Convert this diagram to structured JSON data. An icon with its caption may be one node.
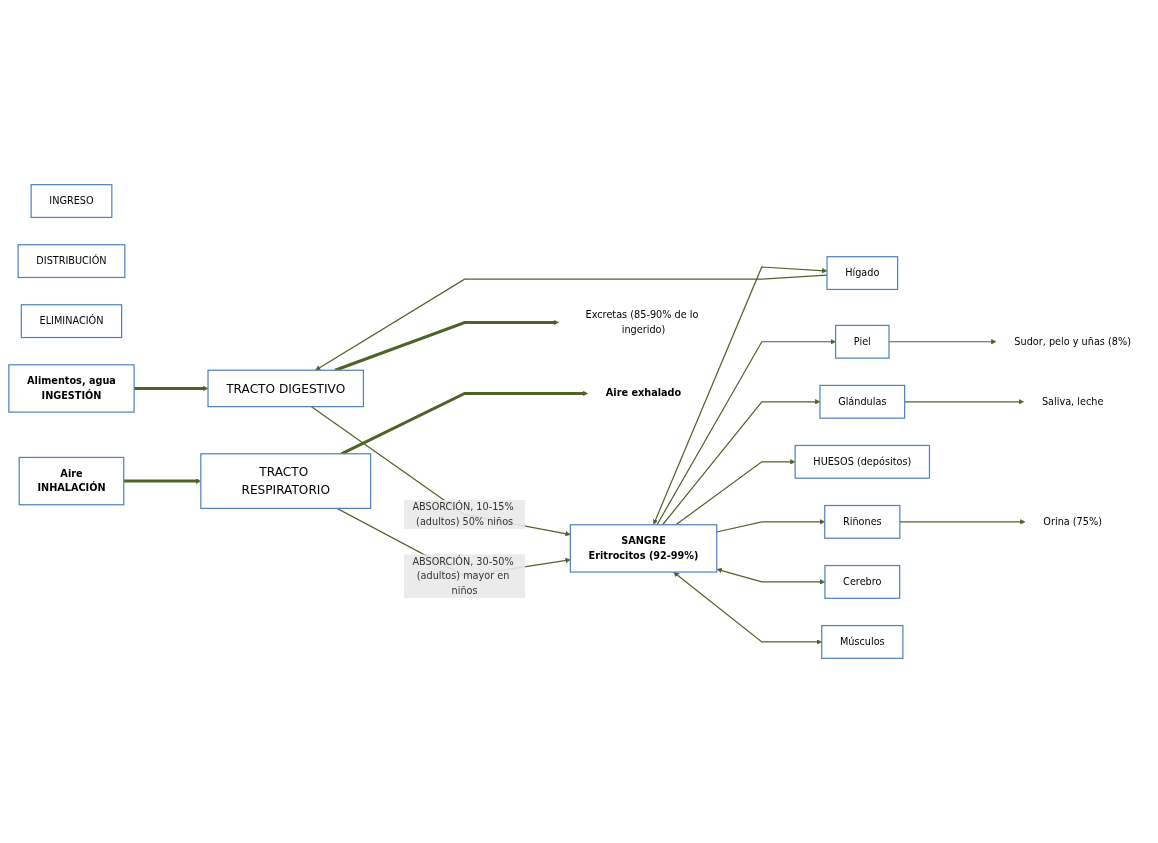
{
  "diagram": {
    "nodes": [
      {
        "text": [
          "INGRESO"
        ]
      },
      {
        "text": [
          "DISTRIBUCIÓN"
        ]
      },
      {
        "text": [
          "ELIMINACIÓN"
        ]
      },
      {
        "text": [
          "Alimentos, agua",
          "INGESTIÓN"
        ]
      },
      {
        "text": [
          "TRACTO DIGESTIVO"
        ]
      },
      {
        "text": [
          "Hígado"
        ]
      },
      {
        "text": [
          "Piel"
        ]
      },
      {
        "text": [
          "Glándulas"
        ]
      },
      {
        "text": [
          "SANGRE",
          "Eritrocitos (92-99%)"
        ]
      },
      {
        "text": [
          "HUESOS (depósitos)"
        ]
      },
      {
        "text": [
          "Riñones"
        ]
      },
      {
        "text": [
          "Cerebro"
        ]
      },
      {
        "text": [
          "Músculos"
        ]
      },
      {
        "text": [
          "Aire",
          "INHALACIÓN"
        ]
      },
      {
        "text": [
          "TRACTO RESPIRATORIO"
        ]
      },
      {
        "text": [
          "Excretas (85-90% de lo ingerido)"
        ]
      },
      {
        "text": [
          "Sudor, pelo y uñas (8%)"
        ]
      },
      {
        "text": [
          "Saliva, leche"
        ]
      },
      {
        "text": [
          "Orina (75%)"
        ]
      },
      {
        "text": [
          "Aire exhalado"
        ]
      }
    ],
    "edges": [
      {
        "from": 3,
        "to": 4,
        "arrow": "to",
        "style": "thick"
      },
      {
        "from": 4,
        "to": 8,
        "arrow": "to",
        "label": "ABSORCIÓN, 10-15% (adultos) 50% niños"
      },
      {
        "from": 8,
        "to": 5,
        "arrow": "both"
      },
      {
        "from": 8,
        "to": 6,
        "arrow": "to"
      },
      {
        "from": 8,
        "to": 7,
        "arrow": "to"
      },
      {
        "from": 8,
        "to": 9,
        "arrow": "to"
      },
      {
        "from": 8,
        "to": 10,
        "arrow": "to"
      },
      {
        "from": 8,
        "to": 11,
        "arrow": "both"
      },
      {
        "from": 8,
        "to": 12,
        "arrow": "both"
      },
      {
        "from": 5,
        "to": 4,
        "arrow": "to"
      },
      {
        "from": 4,
        "to": 15,
        "arrow": "to",
        "style": "thick"
      },
      {
        "from": 6,
        "to": 16,
        "arrow": "to"
      },
      {
        "from": 7,
        "to": 17,
        "arrow": "to"
      },
      {
        "from": 10,
        "to": 18,
        "arrow": "to"
      },
      {
        "from": 13,
        "to": 14,
        "arrow": "to",
        "style": "thick"
      },
      {
        "from": 14,
        "to": 8,
        "arrow": "to",
        "label": "ABSORCIÓN, 30-50% (adultos) mayor en niños"
      },
      {
        "from": 14,
        "to": 19,
        "arrow": "to",
        "style": "thick"
      }
    ]
  }
}
